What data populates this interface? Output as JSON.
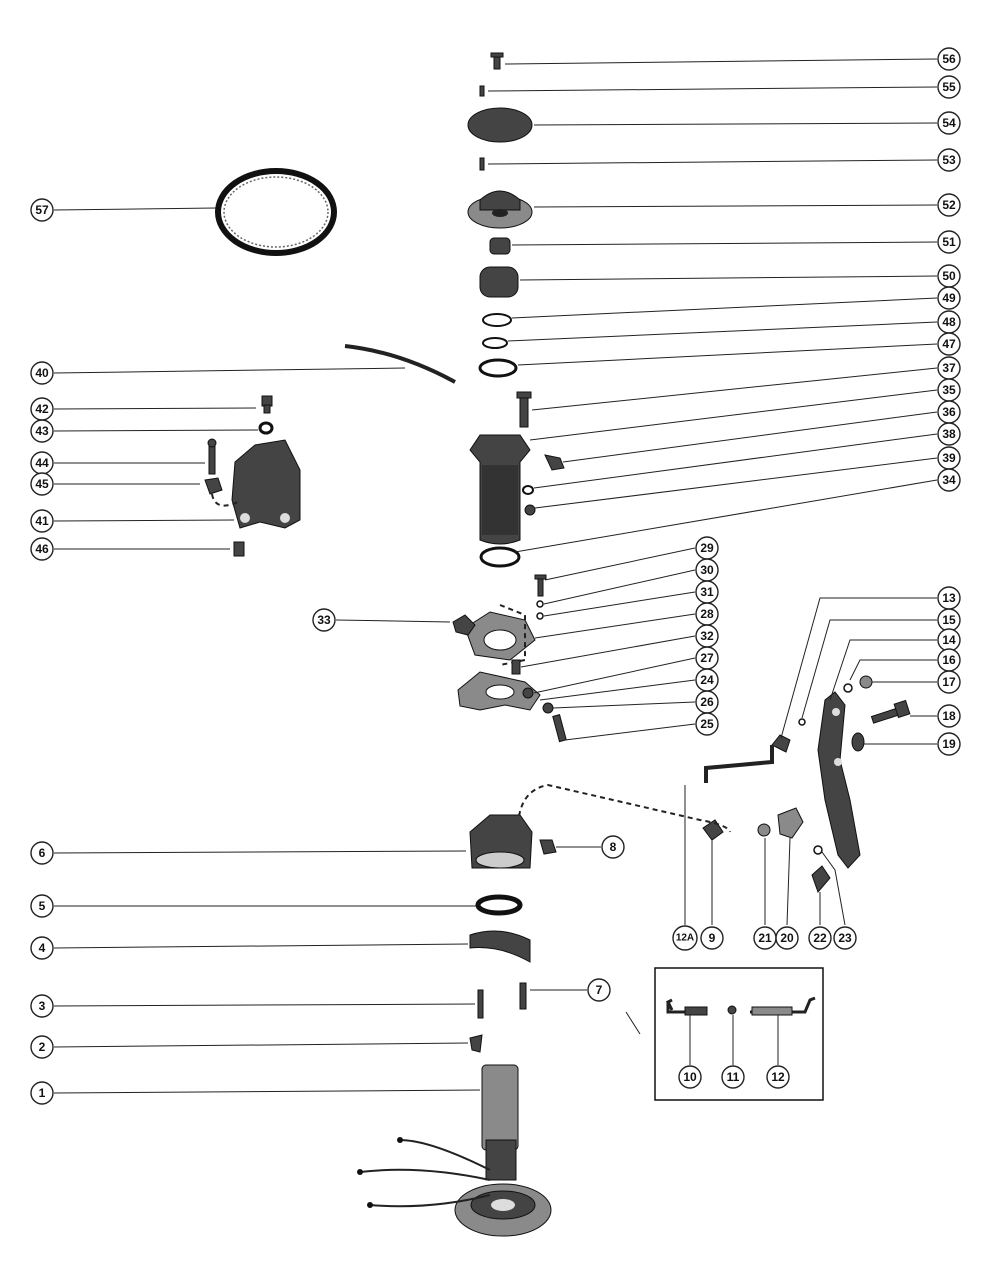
{
  "callouts": {
    "c56": "56",
    "c55": "55",
    "c54": "54",
    "c53": "53",
    "c52": "52",
    "c51": "51",
    "c50": "50",
    "c49": "49",
    "c48": "48",
    "c47": "47",
    "c57": "57",
    "c40": "40",
    "c37": "37",
    "c35": "35",
    "c36": "36",
    "c38": "38",
    "c39": "39",
    "c34": "34",
    "c42": "42",
    "c43": "43",
    "c44": "44",
    "c45": "45",
    "c41": "41",
    "c46": "46",
    "c29": "29",
    "c30": "30",
    "c31": "31",
    "c28": "28",
    "c32": "32",
    "c27": "27",
    "c24": "24",
    "c26": "26",
    "c25": "25",
    "c33": "33",
    "c13": "13",
    "c15": "15",
    "c14": "14",
    "c16": "16",
    "c17": "17",
    "c18": "18",
    "c19": "19",
    "c6": "6",
    "c8": "8",
    "c5": "5",
    "c4": "4",
    "c3": "3",
    "c7": "7",
    "c2": "2",
    "c1": "1",
    "c12A": "12A",
    "c9": "9",
    "c21": "21",
    "c20": "20",
    "c22": "22",
    "c23": "23",
    "c10": "10",
    "c11": "11",
    "c12": "12"
  }
}
